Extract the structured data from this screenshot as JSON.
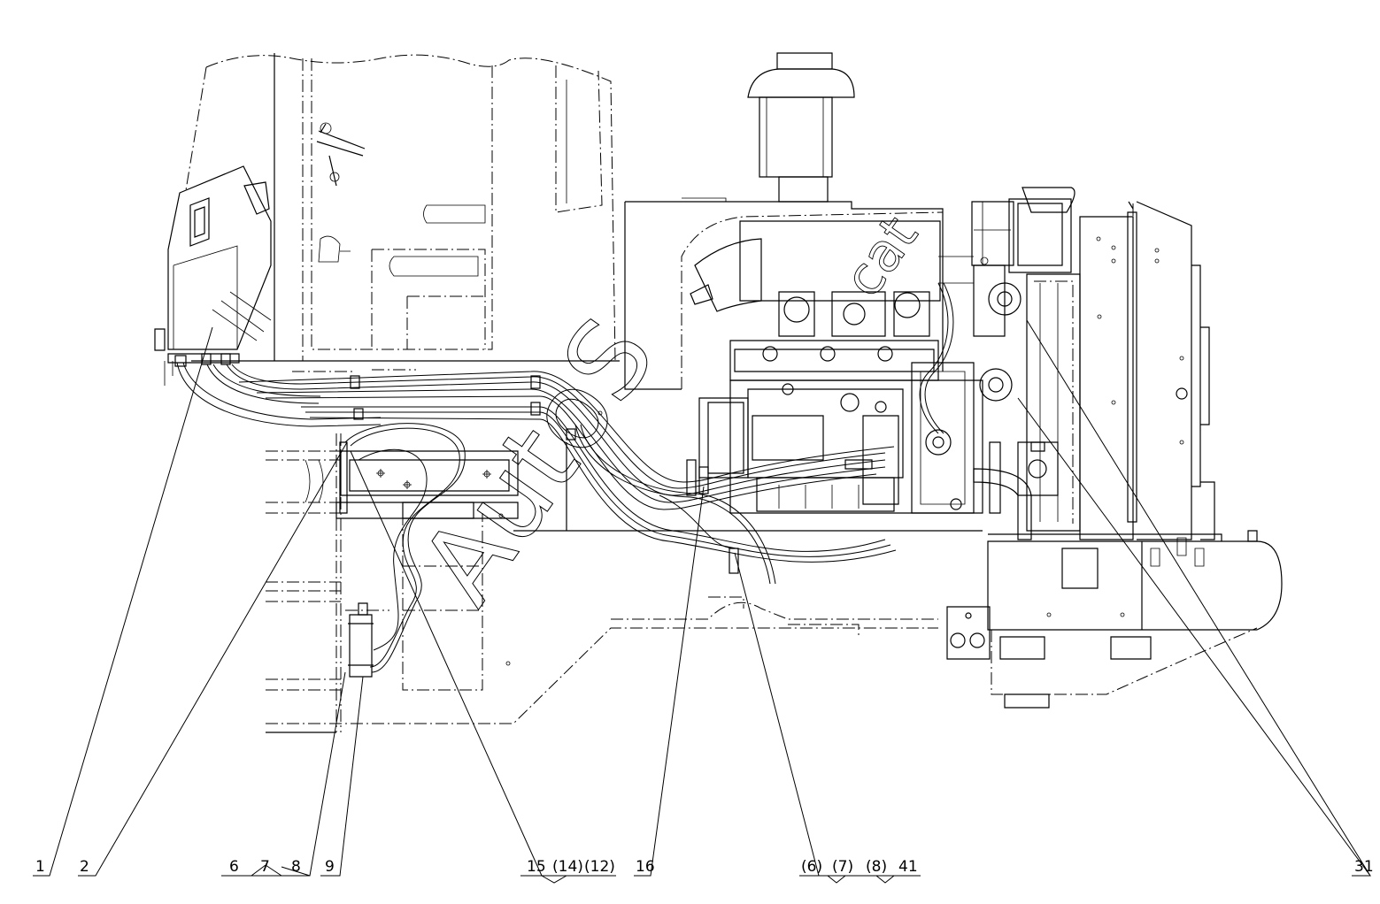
{
  "watermark": {
    "text": "AutoS",
    "text_secondary": "cat"
  },
  "callouts": [
    {
      "id": "c1",
      "label": "1"
    },
    {
      "id": "c2",
      "label": "2"
    },
    {
      "id": "c6",
      "label": "6"
    },
    {
      "id": "c7",
      "label": "7"
    },
    {
      "id": "c8",
      "label": "8"
    },
    {
      "id": "c9",
      "label": "9"
    },
    {
      "id": "c15",
      "label": "15"
    },
    {
      "id": "c14",
      "label": "(14)"
    },
    {
      "id": "c12",
      "label": "(12)"
    },
    {
      "id": "c16",
      "label": "16"
    },
    {
      "id": "c6b",
      "label": "(6)"
    },
    {
      "id": "c7b",
      "label": "(7)"
    },
    {
      "id": "c8b",
      "label": "(8)"
    },
    {
      "id": "c41",
      "label": "41"
    },
    {
      "id": "c31",
      "label": "31"
    }
  ]
}
